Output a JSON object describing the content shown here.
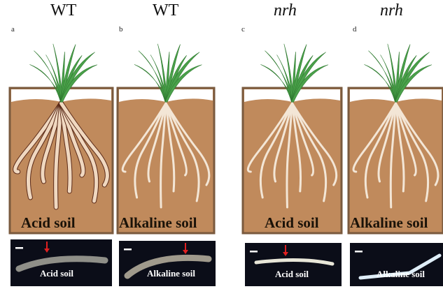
{
  "panels": [
    {
      "letter": "a",
      "genotype": "WT",
      "soil": "Acid soil",
      "photo_label": "Acid soil",
      "root_color": "#7a3a22",
      "photo_root": "#8f8f88"
    },
    {
      "letter": "b",
      "genotype": "WT",
      "soil": "Alkaline soil",
      "photo_label": "Alkaline soil",
      "root_color": "#f3e6d6",
      "photo_root": "#a09a8c"
    },
    {
      "letter": "c",
      "genotype": "nrh",
      "soil": "Acid soil",
      "photo_label": "Acid soil",
      "root_color": "#f3e6d6",
      "photo_root": "#e8e6d8"
    },
    {
      "letter": "d",
      "genotype": "nrh",
      "soil": "Alkaline soil",
      "photo_label": "Alkaline soil",
      "root_color": "#f3e6d6",
      "photo_root": "#dfeef8"
    }
  ],
  "colors": {
    "soil": "#c08a5c",
    "soil_border": "#7a5a3e",
    "leaf": "#4aa14a",
    "arrow": "#e02020",
    "photo_bg": "#0b0d18"
  }
}
